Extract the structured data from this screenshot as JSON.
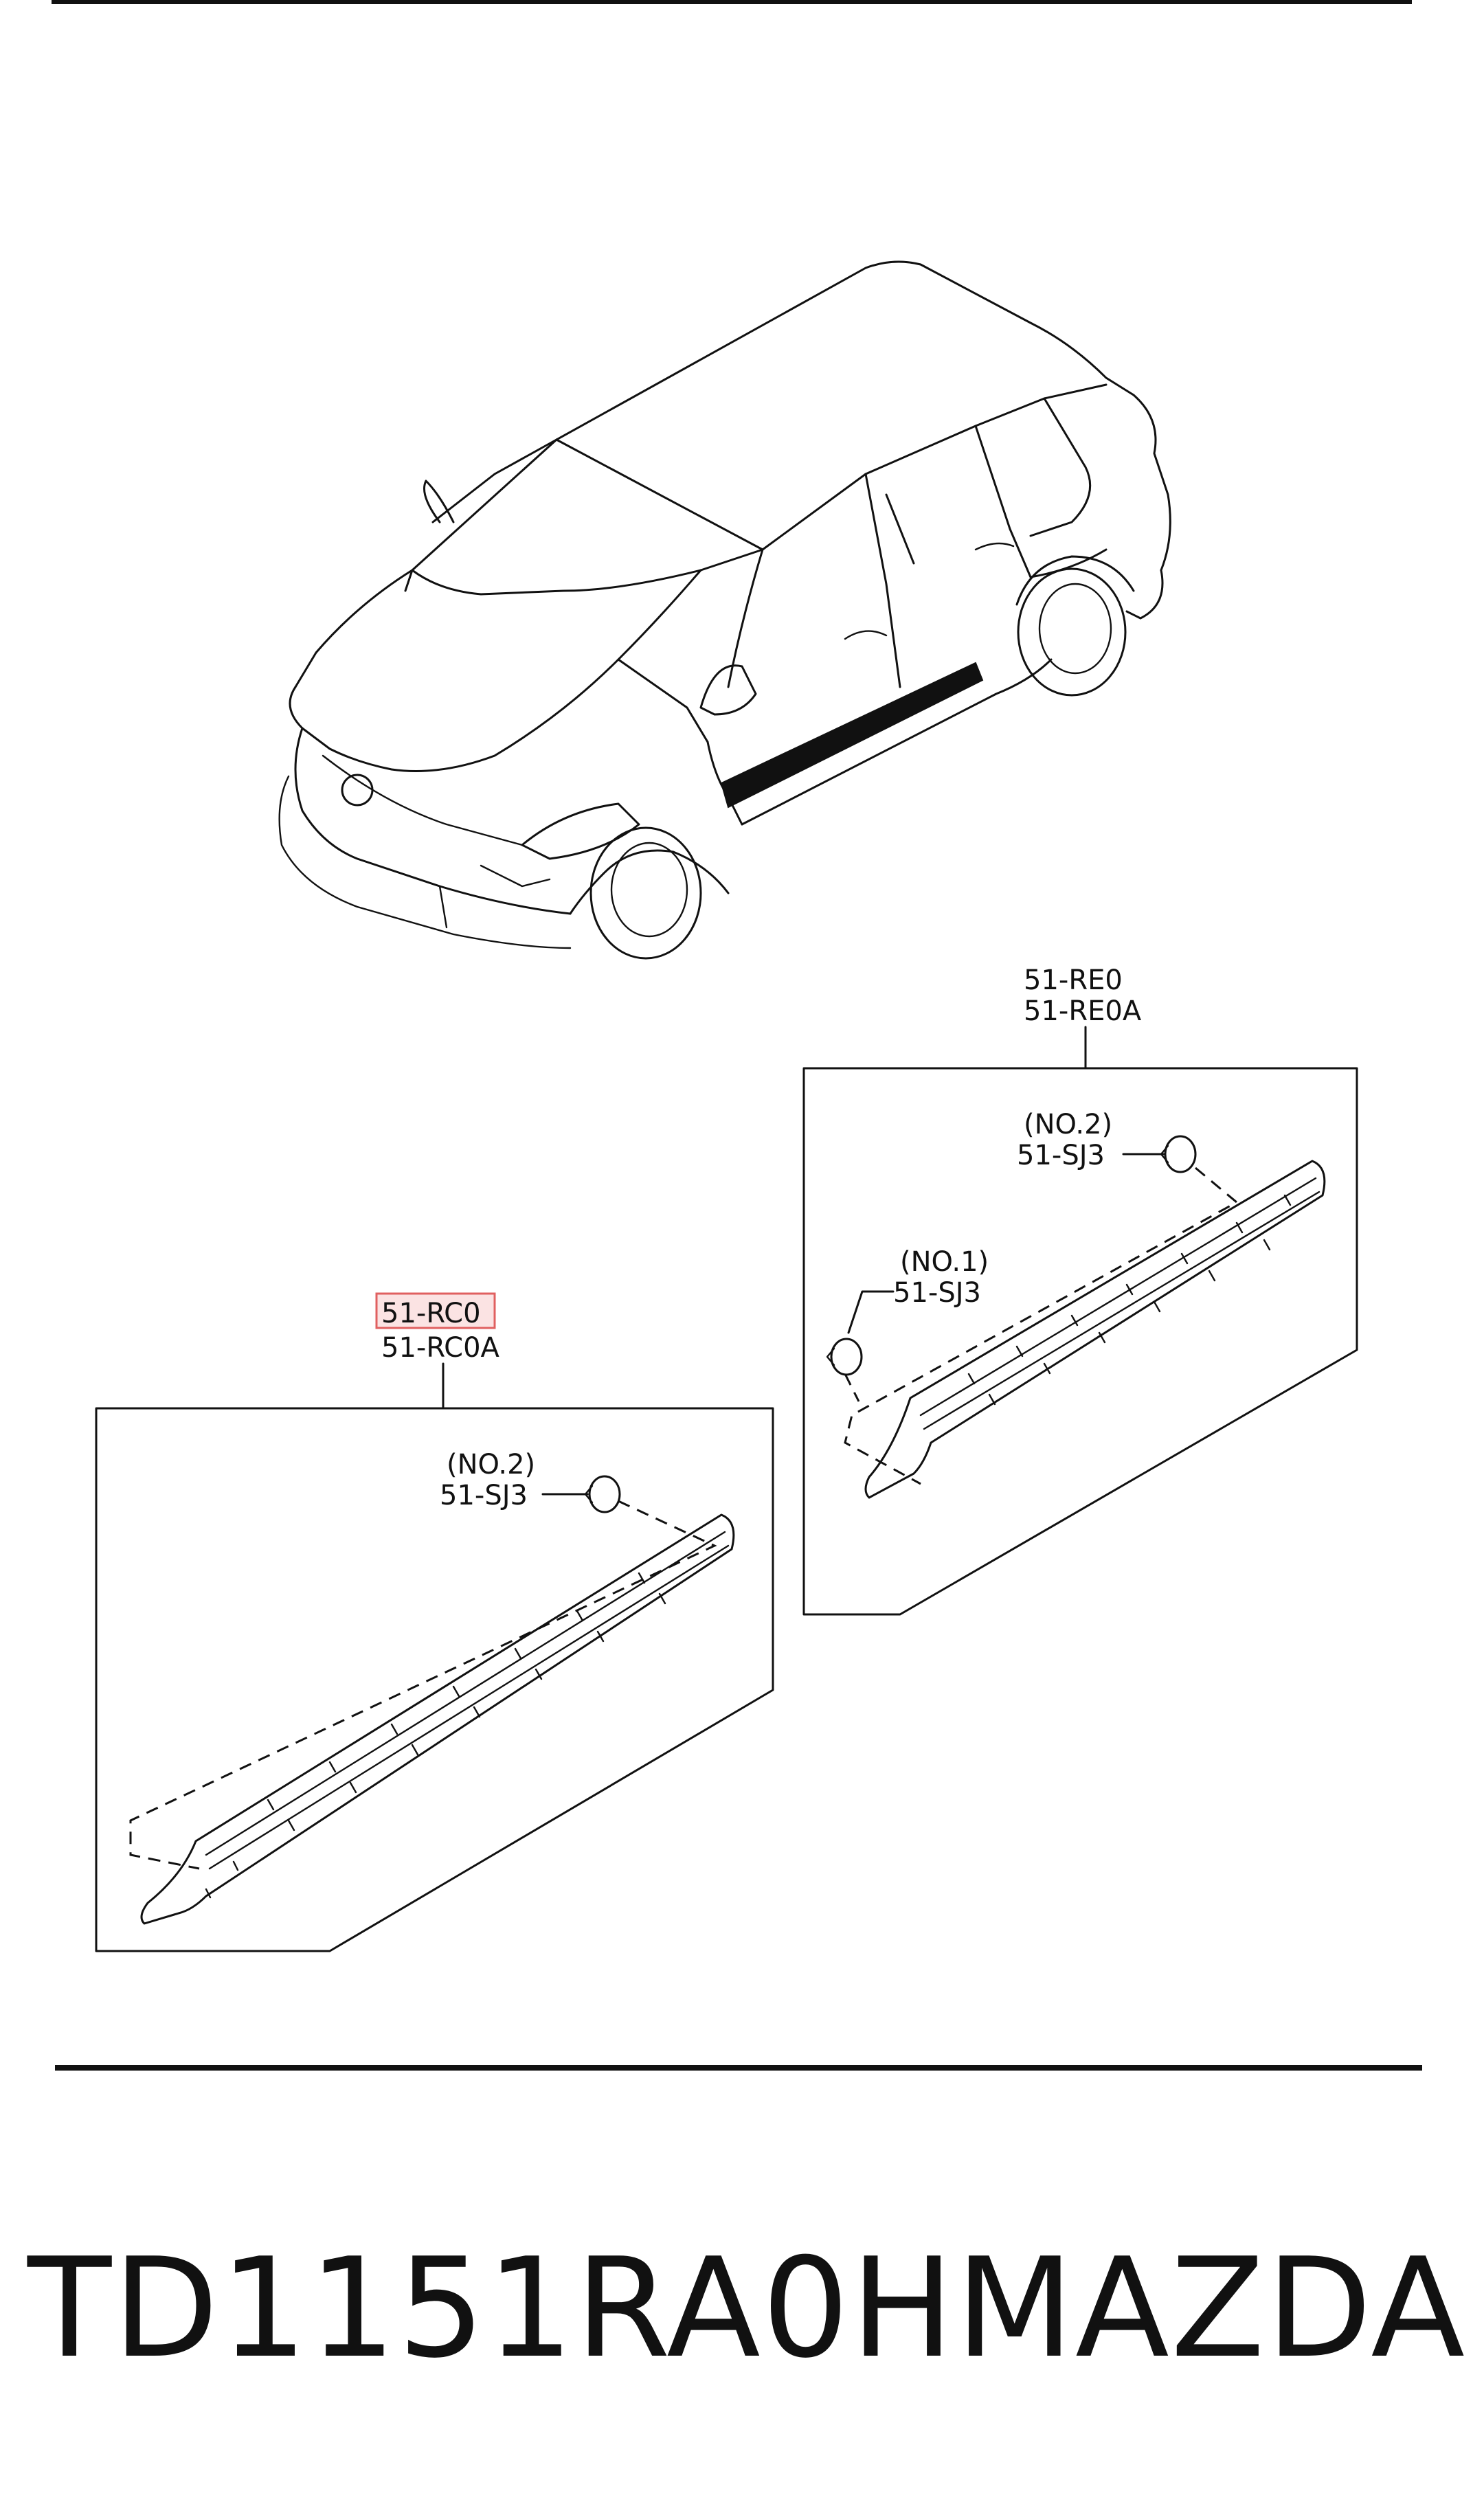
{
  "diagram": {
    "front_group": {
      "part_a": "51-RC0",
      "part_b": "51-RC0A",
      "clip_no": "(NO.2)",
      "clip_part": "51-SJ3"
    },
    "rear_group": {
      "part_a": "51-RE0",
      "part_b": "51-RE0A",
      "clip1_no": "(NO.1)",
      "clip1_part": "51-SJ3",
      "clip2_no": "(NO.2)",
      "clip2_part": "51-SJ3"
    },
    "highlight_color": "#e06060"
  },
  "footer": {
    "part_number": "TD1151RA0H",
    "brand": "MAZDA"
  }
}
